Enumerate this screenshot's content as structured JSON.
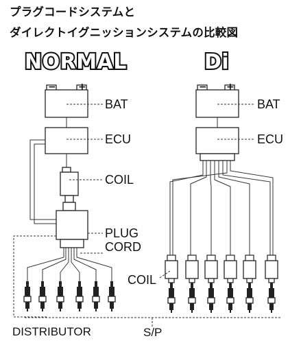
{
  "title": {
    "line1": "プラグコードシステムと",
    "line2": "ダイレクトイグニッションシステムの比較図"
  },
  "normal": {
    "heading": "NORMAL",
    "bat": "BAT",
    "ecu": "ECU",
    "coil": "COIL",
    "plug": "PLUG",
    "cord": "CORD",
    "distributor": "DISTRIBUTOR"
  },
  "di": {
    "heading": "Di",
    "bat": "BAT",
    "ecu": "ECU",
    "coil": "COIL"
  },
  "shared": {
    "sp": "S/P"
  },
  "battery": {
    "minus": "−",
    "plus": "+"
  }
}
